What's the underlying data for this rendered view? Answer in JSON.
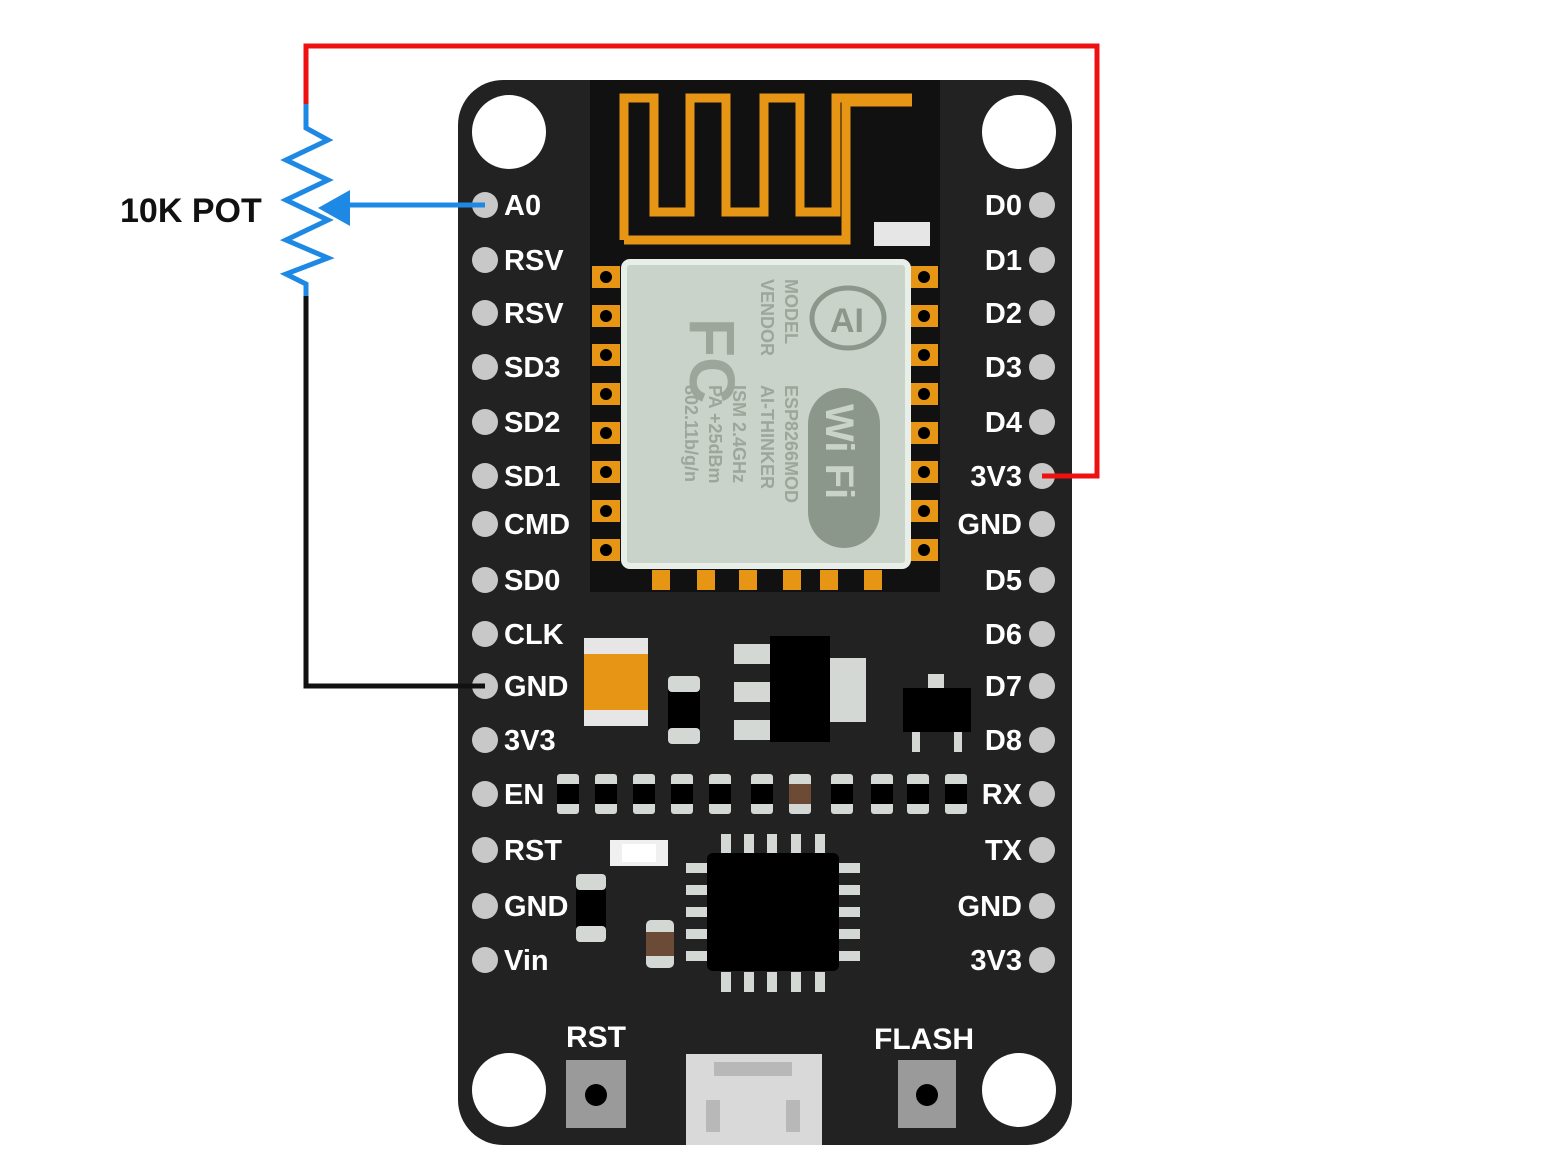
{
  "colors": {
    "board": "#222222",
    "pin": "#c8c8c8",
    "antenna": "#e69514",
    "module_shield": "#c9d3c9",
    "wire_vcc": "#ee1111",
    "wire_gnd": "#111111",
    "wire_signal": "#1e88e5"
  },
  "potentiometer": {
    "label": "10K POT",
    "icon": "potentiometer-symbol"
  },
  "board": {
    "left_pins": [
      "A0",
      "RSV",
      "RSV",
      "SD3",
      "SD2",
      "SD1",
      "CMD",
      "SD0",
      "CLK",
      "GND",
      "3V3",
      "EN",
      "RST",
      "GND",
      "Vin"
    ],
    "right_pins": [
      "D0",
      "D1",
      "D2",
      "D3",
      "D4",
      "3V3",
      "GND",
      "D5",
      "D6",
      "D7",
      "D8",
      "RX",
      "TX",
      "GND",
      "3V3"
    ],
    "buttons": {
      "reset_label": "RST",
      "flash_label": "FLASH"
    }
  },
  "esp_module": {
    "line1": "MODEL",
    "line2": "VENDOR",
    "line3": "ESP8266MOD",
    "line4": "AI-THINKER",
    "line5": "ISM 2.4GHz",
    "line6": "PA +25dBm",
    "line7": "802.11b/g/n",
    "fcc_mark": "FC",
    "ai_mark": "AI",
    "wifi_mark": "Wi Fi"
  },
  "connections": [
    {
      "from": "potentiometer-top",
      "to": "3V3",
      "color": "red"
    },
    {
      "from": "potentiometer-wiper",
      "to": "A0",
      "color": "blue"
    },
    {
      "from": "potentiometer-bottom",
      "to": "GND",
      "color": "black"
    }
  ]
}
